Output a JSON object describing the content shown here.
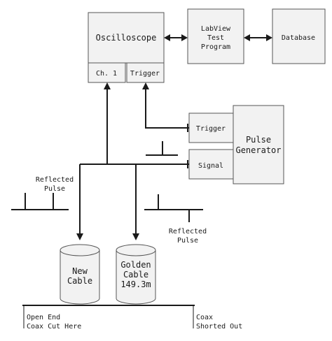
{
  "nodes": {
    "oscilloscope": "Oscilloscope",
    "ch1": "Ch. 1",
    "scope_trigger": "Trigger",
    "labview_line1": "LabView",
    "labview_line2": "Test",
    "labview_line3": "Program",
    "database": "Database",
    "pg_trigger": "Trigger",
    "pg_signal": "Signal",
    "pulse_gen_line1": "Pulse",
    "pulse_gen_line2": "Generator",
    "new_cable_line1": "New",
    "new_cable_line2": "Cable",
    "golden_cable_line1": "Golden",
    "golden_cable_line2": "Cable",
    "golden_cable_line3": "149.3m"
  },
  "annotations": {
    "reflected_left_line1": "Reflected",
    "reflected_left_line2": "Pulse",
    "reflected_right_line1": "Reflected",
    "reflected_right_line2": "Pulse",
    "open_end_line1": "Open End",
    "open_end_line2": "Coax Cut Here",
    "shorted_line1": "Coax",
    "shorted_line2": "Shorted Out"
  },
  "colors": {
    "box_fill": "#f2f2f2",
    "stroke": "#1a1a1a"
  }
}
